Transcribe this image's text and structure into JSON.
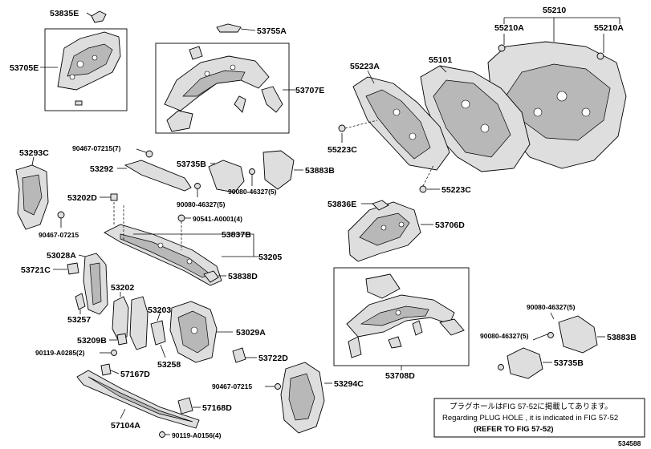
{
  "labels": {
    "p53835E": "53835E",
    "p53705E": "53705E",
    "p53755A": "53755A",
    "p53707E": "53707E",
    "p55210": "55210",
    "p55210A_l": "55210A",
    "p55210A_r": "55210A",
    "p55223A": "55223A",
    "p55101": "55101",
    "p55223C_l": "55223C",
    "p55223C_r": "55223C",
    "p53293C": "53293C",
    "p90467_07215_top": "90467-07215(7)",
    "p53292": "53292",
    "p53735B": "53735B",
    "p53883B_top": "53883B",
    "p90080_46327_a": "90080-46327(5)",
    "p90080_46327_b": "90080-46327(5)",
    "p90467_07215_left": "90467-07215",
    "p53202D": "53202D",
    "p90541": "90541-A0001(4)",
    "p53836E": "53836E",
    "p53706D": "53706D",
    "p53837B": "53837B",
    "p53205": "53205",
    "p53028A": "53028A",
    "p53721C": "53721C",
    "p53838D": "53838D",
    "p53202": "53202",
    "p53257": "53257",
    "p53203": "53203",
    "p53209B": "53209B",
    "p53029A": "53029A",
    "p90119_A0285": "90119-A0285(2)",
    "p53258": "53258",
    "p53722D": "53722D",
    "p57167D": "57167D",
    "p90467_07215_bot": "90467-07215",
    "p53294C": "53294C",
    "p57168D": "57168D",
    "p57104A": "57104A",
    "p90119_A0156": "90119-A0156(4)",
    "p53708D": "53708D",
    "p90080_46327_c": "90080-46327(5)",
    "p90080_46327_d": "90080-46327(5)",
    "p53883B_bot": "53883B",
    "p53735B_bot": "53735B"
  },
  "note": {
    "line1": "プラグホールはFIG 57-52に掲載してあります。",
    "line2": "Regarding PLUG HOLE , it is indicated in FIG 57-52",
    "line3": "(REFER TO FIG 57-52)"
  },
  "figure_code": "534588"
}
